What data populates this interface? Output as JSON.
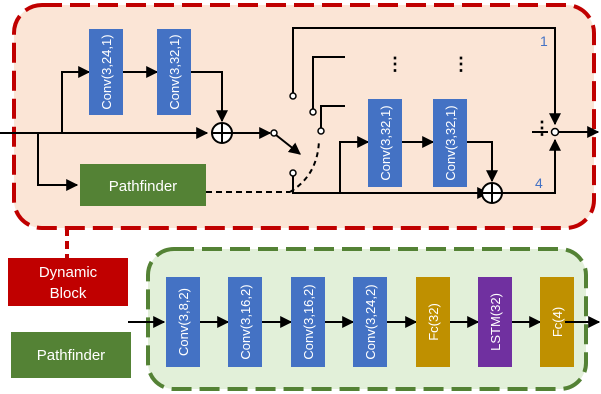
{
  "dynamic_block": {
    "label_line1": "Dynamic",
    "label_line2": "Block",
    "conv_1": "Conv(3,24,1)",
    "conv_2": "Conv(3,32,1)",
    "branch_conv_1": "Conv(3,32,1)",
    "branch_conv_2": "Conv(3,32,1)",
    "pathfinder": "Pathfinder",
    "branch_first": "1",
    "branch_last": "4",
    "ellipsis": "⋮",
    "ellipsis_h": "⋮"
  },
  "pathfinder_block": {
    "label": "Pathfinder",
    "layers": [
      "Conv(3,8,2)",
      "Conv(3,16,2)",
      "Conv(3,16,2)",
      "Conv(3,24,2)",
      "Fc(32)",
      "LSTM(32)",
      "Fc(4)"
    ]
  },
  "colors": {
    "conv": "#4472c4",
    "pathfinder": "#548235",
    "fc": "#bf9000",
    "lstm": "#7030a0",
    "dynamic_label": "#c00000",
    "dynamic_bg": "#fbe5d6",
    "dynamic_border": "#c00000",
    "pathfinder_bg": "#e2f0d9",
    "pathfinder_border": "#548235"
  }
}
